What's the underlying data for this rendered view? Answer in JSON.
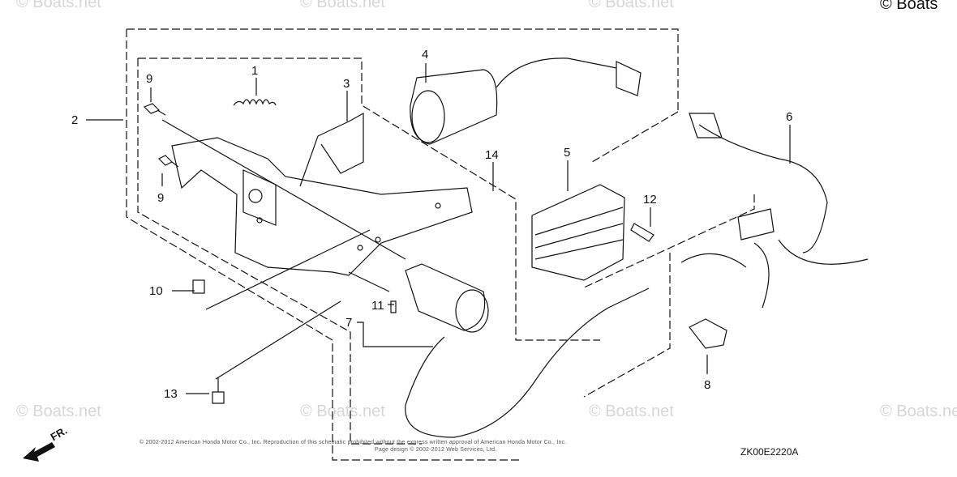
{
  "watermarks": {
    "top": [
      "© Boats.net",
      "© Boats.net",
      "© Boats.net"
    ],
    "bottom": [
      "© Boats.net",
      "© Boats.net",
      "© Boats.net",
      "© Boats.net"
    ]
  },
  "corner_copyright": "© Boats",
  "callouts": {
    "c1": "1",
    "c2": "2",
    "c3": "3",
    "c4": "4",
    "c5": "5",
    "c6": "6",
    "c7": "7",
    "c8": "8",
    "c9a": "9",
    "c9b": "9",
    "c10": "10",
    "c11": "11",
    "c12": "12",
    "c13": "13",
    "c14": "14"
  },
  "footer": {
    "copyright_line1": "© 2002-2012 American Honda Motor Co., Inc. Reproduction of this schematic prohibited without the express written approval of American Honda Motor Co., Inc.",
    "copyright_line2": "Page design © 2002-2012 Web Services, Ltd.",
    "diagram_code": "ZK00E2220A",
    "front_label": "FR."
  }
}
